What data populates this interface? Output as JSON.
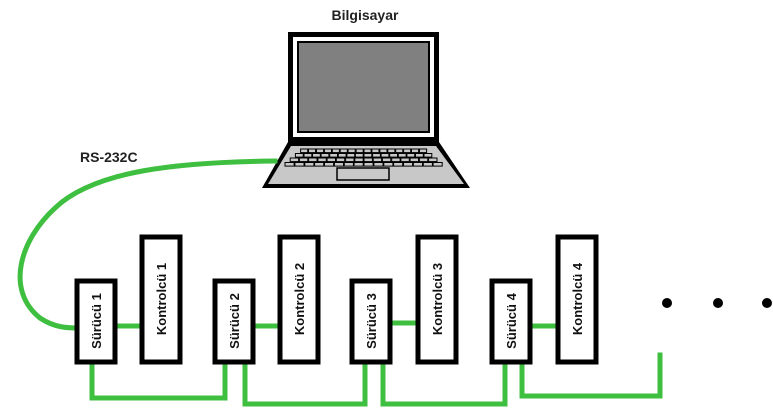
{
  "computer": {
    "label": "Bilgisayar"
  },
  "cable": {
    "label": "RS-232C"
  },
  "units": [
    {
      "driver": "Sürücü 1",
      "controller": "Kontrolcü 1"
    },
    {
      "driver": "Sürücü 2",
      "controller": "Kontrolcü 2"
    },
    {
      "driver": "Sürücü 3",
      "controller": "Kontrolcü 3"
    },
    {
      "driver": "Sürücü 4",
      "controller": "Kontrolcü 4"
    }
  ],
  "colors": {
    "wire": "#3fbf3f",
    "box_border": "#000000",
    "screen": "#808080",
    "laptop_body": "#c8c8c8"
  }
}
